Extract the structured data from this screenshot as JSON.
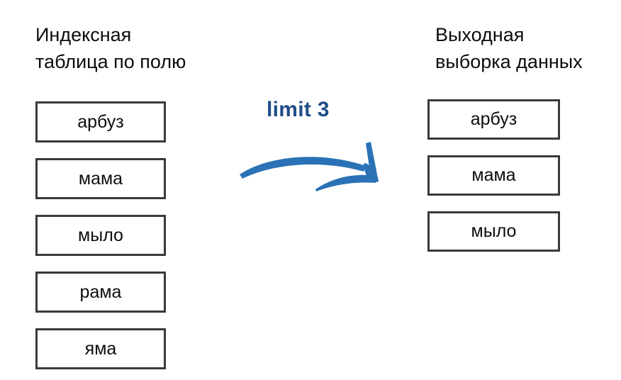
{
  "diagram": {
    "type": "flow",
    "background_color": "#ffffff",
    "box_border_color": "#3a3a3a",
    "accent_color": "#2a72b5",
    "label_color": "#1f4d87",
    "left_column": {
      "title": "Индексная\nтаблица по полю",
      "items": [
        "арбуз",
        "мама",
        "мыло",
        "рама",
        "яма"
      ],
      "count": 5
    },
    "right_column": {
      "title": "Выходная\nвыборка данных",
      "items": [
        "арбуз",
        "мама",
        "мыло"
      ],
      "count": 3
    },
    "transform": {
      "label": "limit 3",
      "arrow": "curved-arrow-right"
    }
  }
}
